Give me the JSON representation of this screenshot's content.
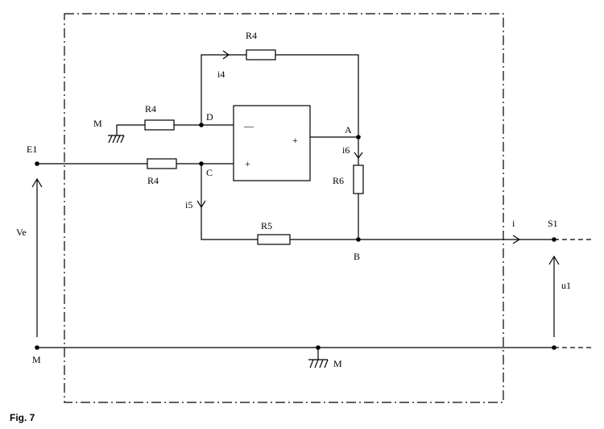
{
  "figure": {
    "caption": "Fig. 7"
  },
  "labels": {
    "r4_top": "R4",
    "r4_mid": "R4",
    "r4_low": "R4",
    "r5": "R5",
    "r6": "R6",
    "i4": "i4",
    "i5": "i5",
    "i6": "i6",
    "i": "i",
    "node_d": "D",
    "node_c": "C",
    "node_a": "A",
    "node_b": "B",
    "opamp_minus": "—",
    "opamp_plus_in": "+",
    "opamp_plus_out": "+",
    "e1": "E1",
    "ve": "Ve",
    "m_left": "M",
    "m_top": "M",
    "m_bottom": "M",
    "s1": "S1",
    "u1": "u1"
  }
}
